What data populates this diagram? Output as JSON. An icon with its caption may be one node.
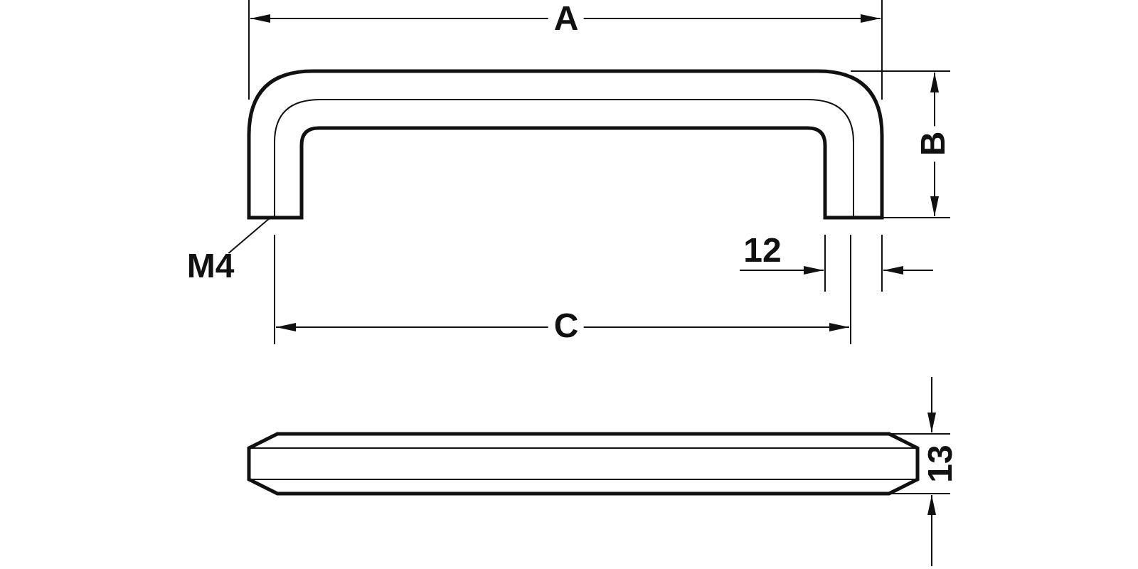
{
  "diagram": {
    "nodes": [
      {
        "text": [
          "M4"
        ]
      },
      {
        "text": [],
        "shape": "picture"
      }
    ],
    "edges": [
      {
        "from": 0,
        "to": 1,
        "arrow": "none"
      }
    ],
    "labels": [
      "A",
      "B",
      "12",
      "C",
      "13"
    ]
  }
}
